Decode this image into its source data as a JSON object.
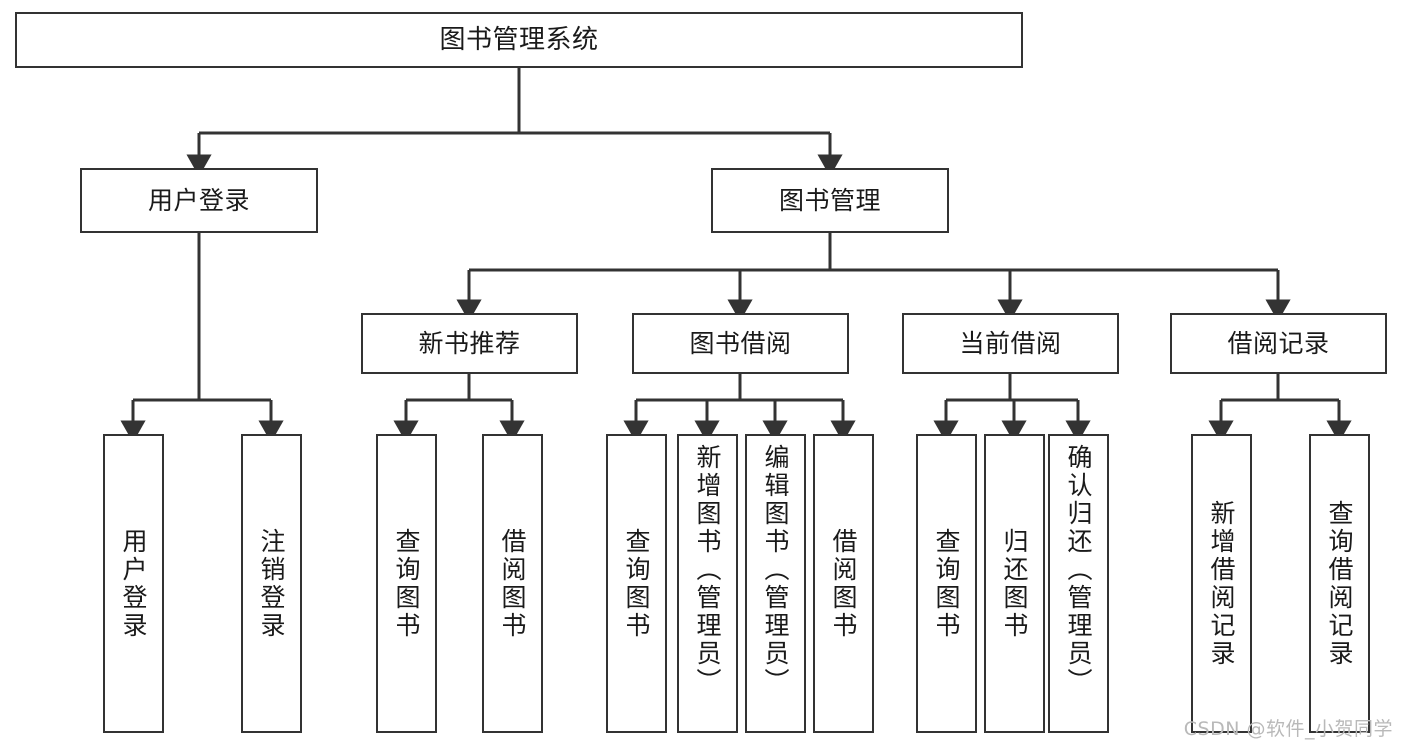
{
  "diagram": {
    "title": "图书管理系统",
    "type": "tree",
    "watermark": "CSDN @软件_小贺同学",
    "colors": {
      "box_border": "#333333",
      "box_fill": "#ffffff",
      "connector": "#333333",
      "text": "#1a1a1a",
      "watermark": "#b9b9b9"
    },
    "nodes": {
      "root": {
        "label": "图书管理系统",
        "level": 0,
        "orientation": "horizontal"
      },
      "level1": [
        {
          "id": "user-login",
          "label": "用户登录",
          "orientation": "horizontal"
        },
        {
          "id": "book-management",
          "label": "图书管理",
          "orientation": "horizontal"
        }
      ],
      "level2": [
        {
          "id": "new-book-recommend",
          "label": "新书推荐",
          "parent": "book-management",
          "orientation": "horizontal"
        },
        {
          "id": "book-borrow",
          "label": "图书借阅",
          "parent": "book-management",
          "orientation": "horizontal"
        },
        {
          "id": "current-borrow",
          "label": "当前借阅",
          "parent": "book-management",
          "orientation": "horizontal"
        },
        {
          "id": "borrow-record",
          "label": "借阅记录",
          "parent": "book-management",
          "orientation": "horizontal"
        }
      ],
      "leaves": [
        {
          "id": "leaf-user-login",
          "label": "用户登录",
          "parent": "user-login",
          "orientation": "vertical"
        },
        {
          "id": "leaf-user-logout",
          "label": "注销登录",
          "parent": "user-login",
          "orientation": "vertical"
        },
        {
          "id": "leaf-query-book-1",
          "label": "查询图书",
          "parent": "new-book-recommend",
          "orientation": "vertical"
        },
        {
          "id": "leaf-borrow-book-1",
          "label": "借阅图书",
          "parent": "new-book-recommend",
          "orientation": "vertical"
        },
        {
          "id": "leaf-query-book-2",
          "label": "查询图书",
          "parent": "book-borrow",
          "orientation": "vertical"
        },
        {
          "id": "leaf-add-book",
          "label": "新增图书（管理员）",
          "parent": "book-borrow",
          "orientation": "vertical"
        },
        {
          "id": "leaf-edit-book",
          "label": "编辑图书（管理员）",
          "parent": "book-borrow",
          "orientation": "vertical"
        },
        {
          "id": "leaf-borrow-book-2",
          "label": "借阅图书",
          "parent": "book-borrow",
          "orientation": "vertical"
        },
        {
          "id": "leaf-query-book-3",
          "label": "查询图书",
          "parent": "current-borrow",
          "orientation": "vertical"
        },
        {
          "id": "leaf-return-book",
          "label": "归还图书",
          "parent": "current-borrow",
          "orientation": "vertical"
        },
        {
          "id": "leaf-confirm-return",
          "label": "确认归还（管理员）",
          "parent": "current-borrow",
          "orientation": "vertical"
        },
        {
          "id": "leaf-add-record",
          "label": "新增借阅记录",
          "parent": "borrow-record",
          "orientation": "vertical"
        },
        {
          "id": "leaf-query-record",
          "label": "查询借阅记录",
          "parent": "borrow-record",
          "orientation": "vertical"
        }
      ]
    }
  }
}
